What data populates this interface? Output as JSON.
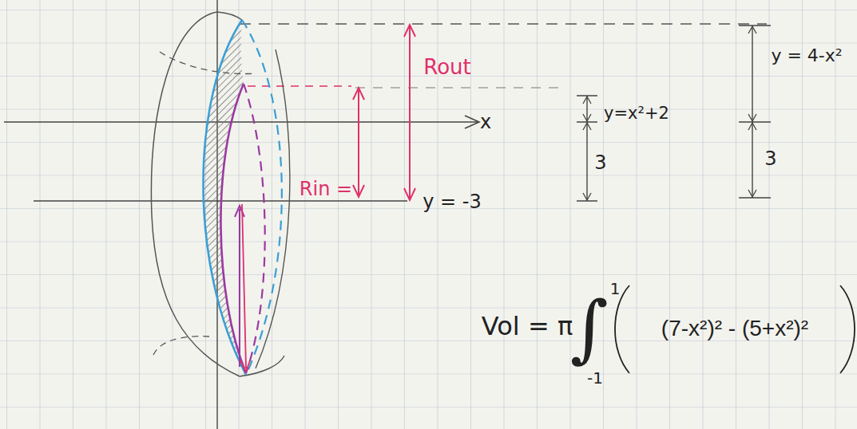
{
  "diagram": {
    "labels": [
      "x",
      "Rout",
      "Rin =",
      "y = -3",
      "y=x²+2",
      "3",
      "y = 4-x²",
      "3",
      "Vol = π",
      "∫",
      "1",
      "-1",
      "(7-x²)² - (5+x²)²"
    ]
  }
}
